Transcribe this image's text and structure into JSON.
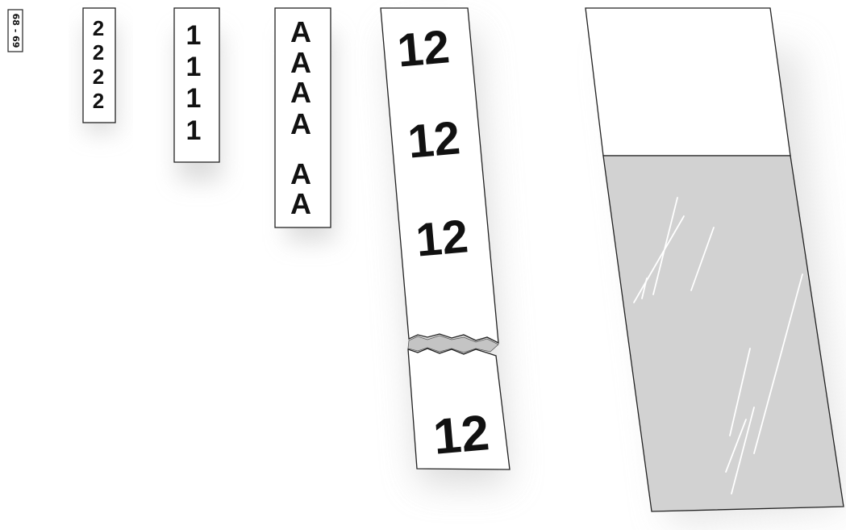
{
  "labels": {
    "tiny": "68 - 69",
    "two": [
      "2",
      "2",
      "2",
      "2"
    ],
    "one": [
      "1",
      "1",
      "1",
      "1"
    ],
    "letter": [
      "A",
      "A",
      "A",
      "A",
      "A",
      "A"
    ],
    "twelve": [
      "12",
      "12",
      "12",
      "12"
    ]
  },
  "colors": {
    "label_fill": "#ffffff",
    "outline": "#222222",
    "text": "#111111",
    "window_fill": "#d2d2d2",
    "shadow": "#bdbdbd"
  },
  "icons": {
    "tear": "torn-edge-icon",
    "glare": "glass-glare-icon"
  }
}
